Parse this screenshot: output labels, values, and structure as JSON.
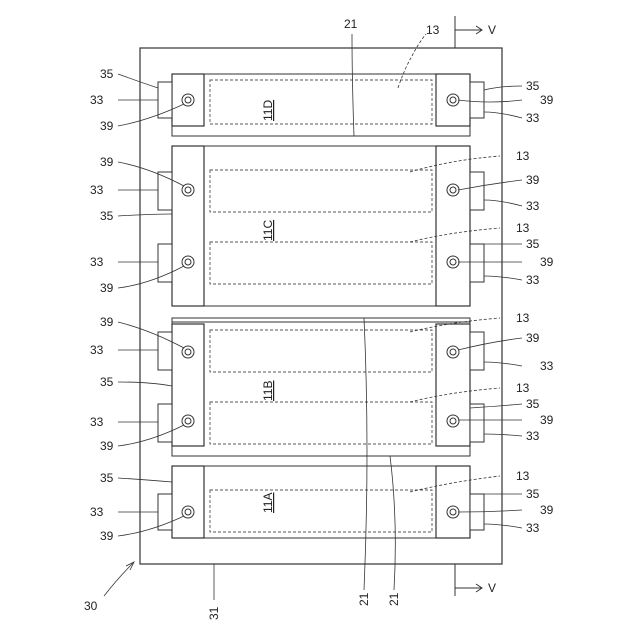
{
  "labels": {
    "frame": "30",
    "plate": "31",
    "busbar": "21",
    "cell": "13",
    "tab": "33",
    "block": "35",
    "bolt": "39",
    "section": "V"
  },
  "modules": {
    "d": "11D",
    "c": "11C",
    "b": "11B",
    "a": "11A"
  }
}
